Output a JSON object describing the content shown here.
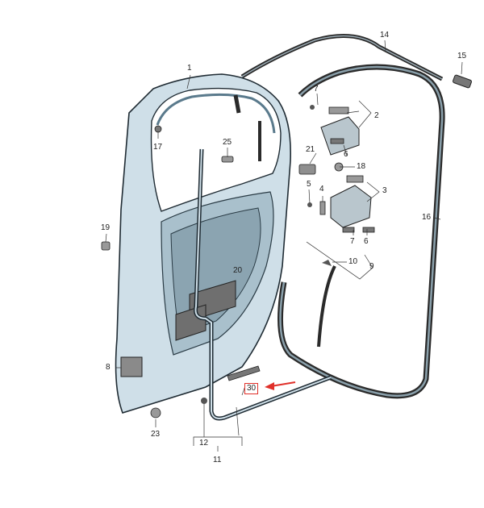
{
  "diagram": {
    "colors": {
      "door_fill": "#cfdfe8",
      "door_dark": "#5a7a8c",
      "outline": "#1f2b33",
      "seal": "#2a2a2a",
      "seal_light": "#8aa0ab",
      "highlight": "#e0302a"
    },
    "highlighted_part": "30",
    "part_numbers": [
      "1",
      "2",
      "3",
      "4",
      "5",
      "6",
      "6",
      "7",
      "7",
      "8",
      "9",
      "10",
      "11",
      "12",
      "14",
      "15",
      "16",
      "17",
      "18",
      "19",
      "20",
      "21",
      "23",
      "25",
      "30"
    ]
  }
}
